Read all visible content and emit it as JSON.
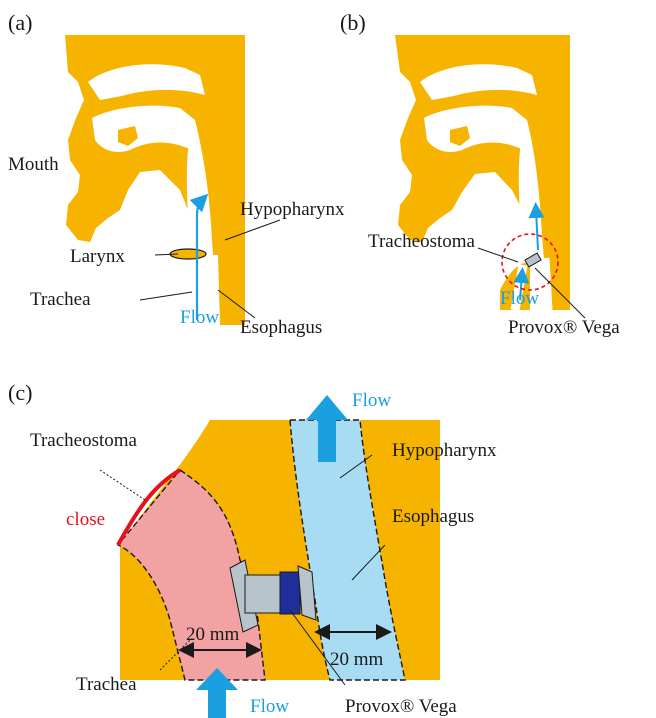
{
  "panels": {
    "a": {
      "tag": "(a)",
      "labels": {
        "mouth": "Mouth",
        "hypopharynx": "Hypopharynx",
        "larynx": "Larynx",
        "trachea": "Trachea",
        "flow": "Flow",
        "esophagus": "Esophagus"
      }
    },
    "b": {
      "tag": "(b)",
      "labels": {
        "tracheostoma": "Tracheostoma",
        "flow": "Flow",
        "provox": "Provox® Vega"
      }
    },
    "c": {
      "tag": "(c)",
      "labels": {
        "flow_top": "Flow",
        "tracheostoma": "Tracheostoma",
        "hypopharynx": "Hypopharynx",
        "close": "close",
        "esophagus": "Esophagus",
        "dim_left": "20 mm",
        "dim_right": "20 mm",
        "trachea": "Trachea",
        "flow_bottom": "Flow",
        "provox": "Provox® Vega"
      }
    }
  },
  "colors": {
    "tissue": "#f6b400",
    "airway": "#f2a2a2",
    "esophagus": "#a8dcf2",
    "flow": "#1aa0e0",
    "close": "#e8111b",
    "device_grey": "#b8c4cc",
    "device_blue": "#1e2f9a",
    "outline": "#1a1a1a"
  }
}
